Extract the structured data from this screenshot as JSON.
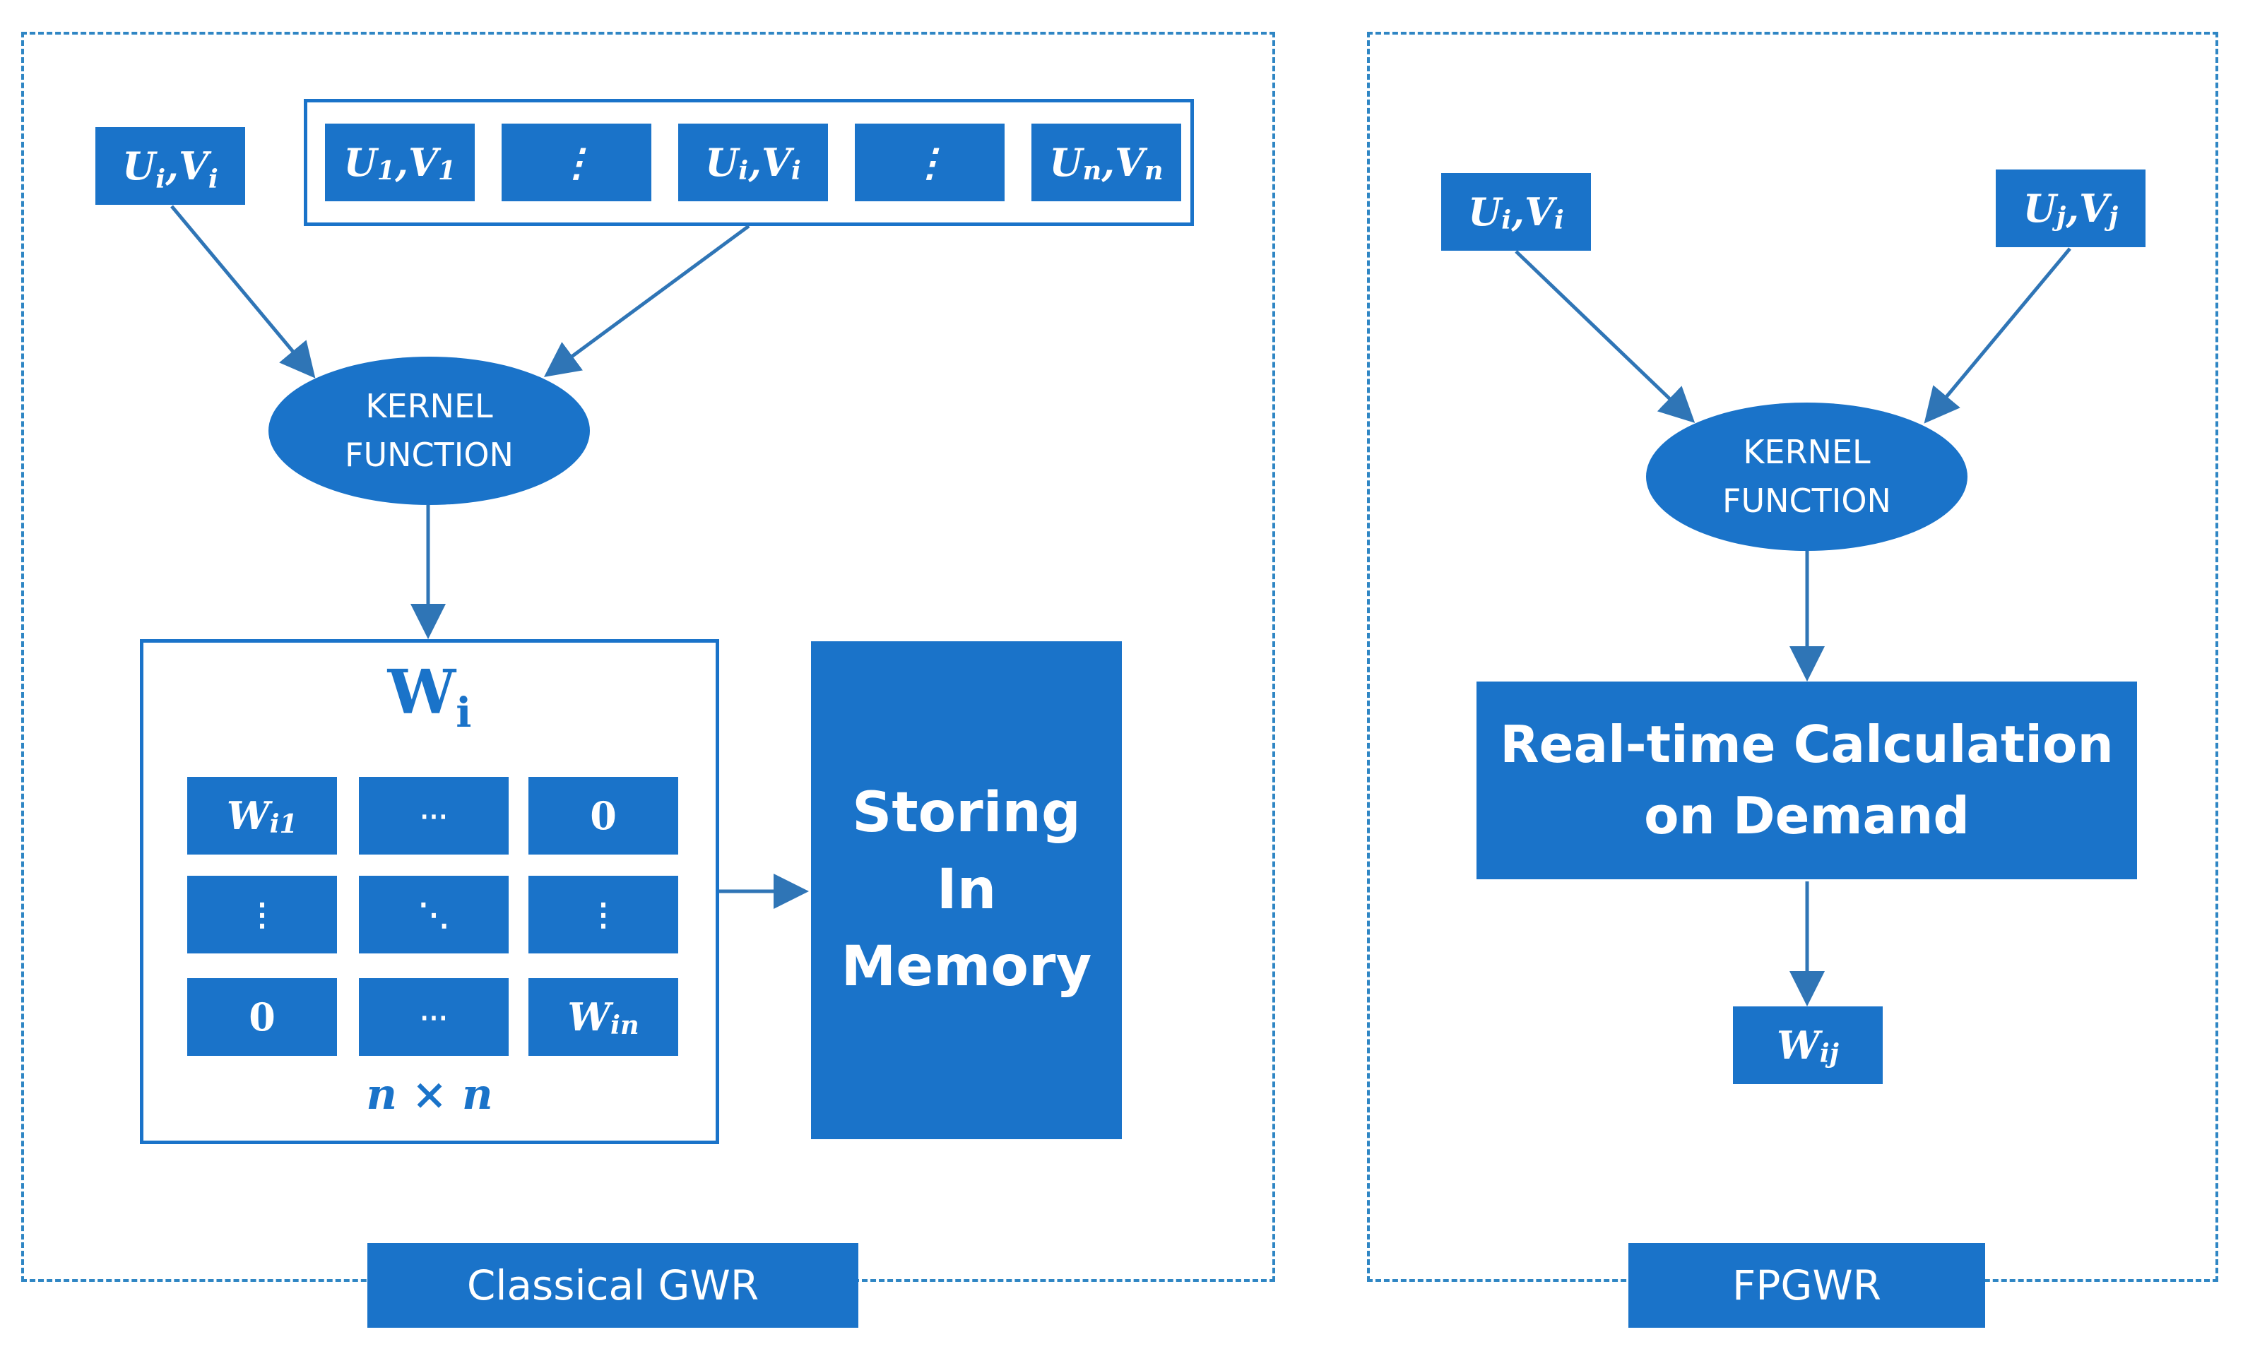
{
  "classical": {
    "footer_label": "Classical GWR",
    "input": "U_i,V_i",
    "locations": [
      "U_1,V_1",
      "⋮",
      "U_i,V_i",
      "⋮",
      "U_n,V_n"
    ],
    "kernel_label": "KERNEL\nFUNCTION",
    "matrix": {
      "title": "W",
      "title_sub": "i",
      "cells": [
        [
          "W",
          "i1",
          "⋯",
          "",
          "0",
          ""
        ],
        [
          "⋮",
          "",
          "⋱",
          "",
          "⋮",
          ""
        ],
        [
          "0",
          "",
          "⋯",
          "",
          "W",
          "in"
        ]
      ],
      "size_label": "n × n"
    },
    "storage_label": "Storing\nIn\nMemory"
  },
  "fpgwr": {
    "footer_label": "FPGWR",
    "input_left": "U_i,V_i",
    "input_right": "U_j,V_j",
    "kernel_label": "KERNEL\nFUNCTION",
    "calc_label": "Real-time Calculation\non Demand",
    "output_main": "W",
    "output_sub": "ij"
  },
  "colors": {
    "box_fill": "#1a73c9",
    "panel_border": "#2f86c4",
    "arrow": "#2f75b6"
  }
}
